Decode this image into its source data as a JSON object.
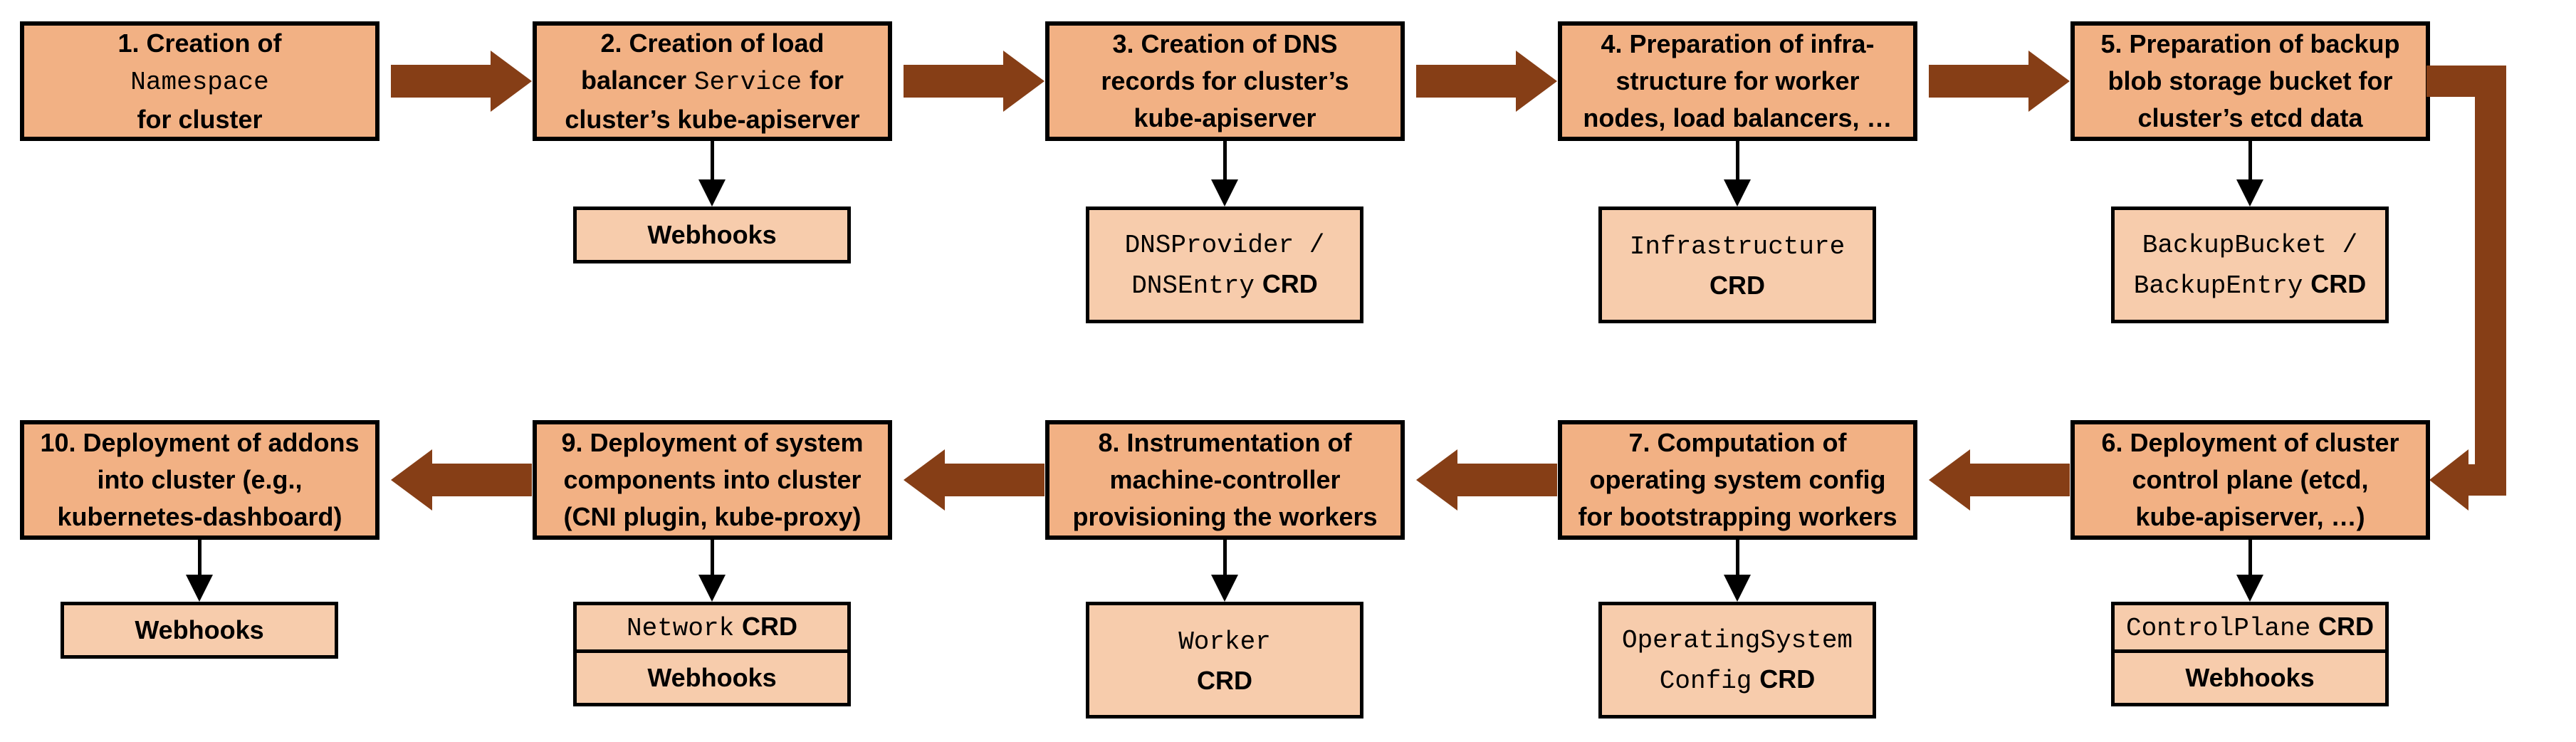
{
  "colors": {
    "background": "#FFFFFF",
    "main_box_fill": "#F2B184",
    "artifact_box_fill": "#F7CCAC",
    "box_border": "#000000",
    "flow_arrow": "#863E16",
    "connector_line": "#000000"
  },
  "steps": [
    {
      "id": 1,
      "box": {
        "lines": [
          {
            "segs": [
              {
                "t": "1. Creation of",
                "mono": false
              }
            ]
          },
          {
            "segs": [
              {
                "t": "Namespace",
                "mono": true
              }
            ]
          },
          {
            "segs": [
              {
                "t": "for cluster",
                "mono": false
              }
            ]
          }
        ]
      },
      "artifacts": []
    },
    {
      "id": 2,
      "box": {
        "lines": [
          {
            "segs": [
              {
                "t": "2. Creation of load",
                "mono": false
              }
            ]
          },
          {
            "segs": [
              {
                "t": "balancer",
                "mono": false
              },
              {
                "t": "Service",
                "mono": true
              },
              {
                "t": "for",
                "mono": false
              }
            ]
          },
          {
            "segs": [
              {
                "t": "cluster’s kube-apiserver",
                "mono": false
              }
            ]
          }
        ]
      },
      "artifacts": [
        {
          "lines": [
            {
              "segs": [
                {
                  "t": "Webhooks",
                  "mono": false
                }
              ]
            }
          ]
        }
      ]
    },
    {
      "id": 3,
      "box": {
        "lines": [
          {
            "segs": [
              {
                "t": "3. Creation of DNS",
                "mono": false
              }
            ]
          },
          {
            "segs": [
              {
                "t": "records for cluster’s",
                "mono": false
              }
            ]
          },
          {
            "segs": [
              {
                "t": "kube-apiserver",
                "mono": false
              }
            ]
          }
        ]
      },
      "artifacts": [
        {
          "lines": [
            {
              "segs": [
                {
                  "t": "DNSProvider /",
                  "mono": true
                }
              ]
            },
            {
              "segs": [
                {
                  "t": "DNSEntry",
                  "mono": true
                },
                {
                  "t": "CRD",
                  "mono": false
                }
              ]
            }
          ]
        }
      ]
    },
    {
      "id": 4,
      "box": {
        "lines": [
          {
            "segs": [
              {
                "t": "4. Preparation of infra-",
                "mono": false
              }
            ]
          },
          {
            "segs": [
              {
                "t": "structure for worker",
                "mono": false
              }
            ]
          },
          {
            "segs": [
              {
                "t": "nodes, load balancers, …",
                "mono": false
              }
            ]
          }
        ]
      },
      "artifacts": [
        {
          "lines": [
            {
              "segs": [
                {
                  "t": "Infrastructure",
                  "mono": true
                }
              ]
            },
            {
              "segs": [
                {
                  "t": "CRD",
                  "mono": false
                }
              ]
            }
          ]
        }
      ]
    },
    {
      "id": 5,
      "box": {
        "lines": [
          {
            "segs": [
              {
                "t": "5. Preparation of backup",
                "mono": false
              }
            ]
          },
          {
            "segs": [
              {
                "t": "blob storage bucket for",
                "mono": false
              }
            ]
          },
          {
            "segs": [
              {
                "t": "cluster’s etcd data",
                "mono": false
              }
            ]
          }
        ]
      },
      "artifacts": [
        {
          "lines": [
            {
              "segs": [
                {
                  "t": "BackupBucket /",
                  "mono": true
                }
              ]
            },
            {
              "segs": [
                {
                  "t": "BackupEntry",
                  "mono": true
                },
                {
                  "t": "CRD",
                  "mono": false
                }
              ]
            }
          ]
        }
      ]
    },
    {
      "id": 6,
      "box": {
        "lines": [
          {
            "segs": [
              {
                "t": "6. Deployment of cluster",
                "mono": false
              }
            ]
          },
          {
            "segs": [
              {
                "t": "control plane (etcd,",
                "mono": false
              }
            ]
          },
          {
            "segs": [
              {
                "t": "kube-apiserver, …)",
                "mono": false
              }
            ]
          }
        ]
      },
      "artifacts": [
        {
          "lines": [
            {
              "segs": [
                {
                  "t": "ControlPlane",
                  "mono": true
                },
                {
                  "t": "CRD",
                  "mono": false
                }
              ]
            }
          ]
        },
        {
          "lines": [
            {
              "segs": [
                {
                  "t": "Webhooks",
                  "mono": false
                }
              ]
            }
          ]
        }
      ]
    },
    {
      "id": 7,
      "box": {
        "lines": [
          {
            "segs": [
              {
                "t": "7. Computation of",
                "mono": false
              }
            ]
          },
          {
            "segs": [
              {
                "t": "operating system config",
                "mono": false
              }
            ]
          },
          {
            "segs": [
              {
                "t": "for bootstrapping workers",
                "mono": false
              }
            ]
          }
        ]
      },
      "artifacts": [
        {
          "lines": [
            {
              "segs": [
                {
                  "t": "OperatingSystem",
                  "mono": true
                }
              ]
            },
            {
              "segs": [
                {
                  "t": "Config",
                  "mono": true
                },
                {
                  "t": "CRD",
                  "mono": false
                }
              ]
            }
          ]
        }
      ]
    },
    {
      "id": 8,
      "box": {
        "lines": [
          {
            "segs": [
              {
                "t": "8. Instrumentation of",
                "mono": false
              }
            ]
          },
          {
            "segs": [
              {
                "t": "machine-controller",
                "mono": false
              }
            ]
          },
          {
            "segs": [
              {
                "t": "provisioning the workers",
                "mono": false
              }
            ]
          }
        ]
      },
      "artifacts": [
        {
          "lines": [
            {
              "segs": [
                {
                  "t": "Worker",
                  "mono": true
                }
              ]
            },
            {
              "segs": [
                {
                  "t": "CRD",
                  "mono": false
                }
              ]
            }
          ]
        }
      ]
    },
    {
      "id": 9,
      "box": {
        "lines": [
          {
            "segs": [
              {
                "t": "9. Deployment of system",
                "mono": false
              }
            ]
          },
          {
            "segs": [
              {
                "t": "components into cluster",
                "mono": false
              }
            ]
          },
          {
            "segs": [
              {
                "t": "(CNI plugin, kube-proxy)",
                "mono": false
              }
            ]
          }
        ]
      },
      "artifacts": [
        {
          "lines": [
            {
              "segs": [
                {
                  "t": "Network",
                  "mono": true
                },
                {
                  "t": "CRD",
                  "mono": false
                }
              ]
            }
          ]
        },
        {
          "lines": [
            {
              "segs": [
                {
                  "t": "Webhooks",
                  "mono": false
                }
              ]
            }
          ]
        }
      ]
    },
    {
      "id": 10,
      "box": {
        "lines": [
          {
            "segs": [
              {
                "t": "10. Deployment of addons",
                "mono": false
              }
            ]
          },
          {
            "segs": [
              {
                "t": "into cluster (e.g.,",
                "mono": false
              }
            ]
          },
          {
            "segs": [
              {
                "t": "kubernetes-dashboard)",
                "mono": false
              }
            ]
          }
        ]
      },
      "artifacts": [
        {
          "lines": [
            {
              "segs": [
                {
                  "t": "Webhooks",
                  "mono": false
                }
              ]
            }
          ]
        }
      ]
    }
  ]
}
